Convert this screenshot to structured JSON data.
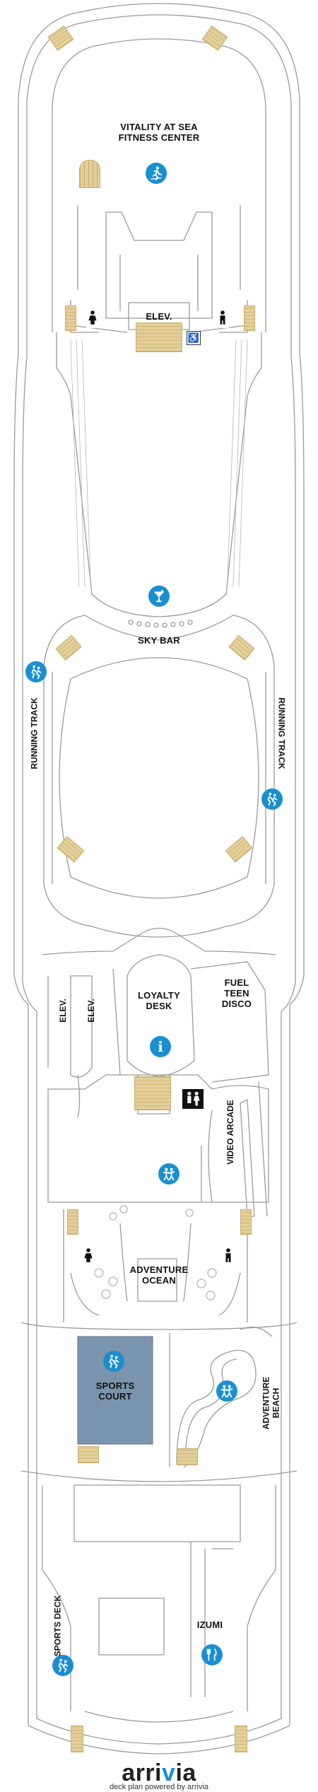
{
  "deck_labels": {
    "fitness": "VITALITY AT SEA\nFITNESS CENTER",
    "elev_fwd": "ELEV.",
    "sky_bar": "SKY BAR",
    "running_track_left": "RUNNING TRACK",
    "running_track_right": "RUNNING TRACK",
    "elev_mid_a": "ELEV.",
    "elev_mid_b": "ELEV.",
    "loyalty_desk": "LOYALTY\nDESK",
    "fuel_teen_disco": "FUEL\nTEEN\nDISCO",
    "video_arcade": "VIDEO ARCADE",
    "adventure_ocean": "ADVENTURE\nOCEAN",
    "sports_court": "SPORTS\nCOURT",
    "adventure_beach": "ADVENTURE\nBEACH",
    "sports_deck": "SPORTS DECK",
    "izumi": "IZUMI"
  },
  "icons": {
    "fitness": "runner-treadmill-icon",
    "sky_bar": "cocktail-glass-icon",
    "track": "running-people-icon",
    "info": "info-icon",
    "kids": "kids-play-icon",
    "dining": "fork-knife-icon",
    "accessible": "wheelchair-icon",
    "restroom": "restroom-icon"
  },
  "colors": {
    "icon_blue": "#1a8fd0",
    "court_blue": "#7b94ad",
    "stair_tan": "#e3cf9a",
    "outline": "#9a9a9a"
  },
  "footer": {
    "brand_prefix": "arri",
    "brand_accent": "v",
    "brand_suffix": "ia",
    "tagline": "deck plan powered by arrivia"
  }
}
